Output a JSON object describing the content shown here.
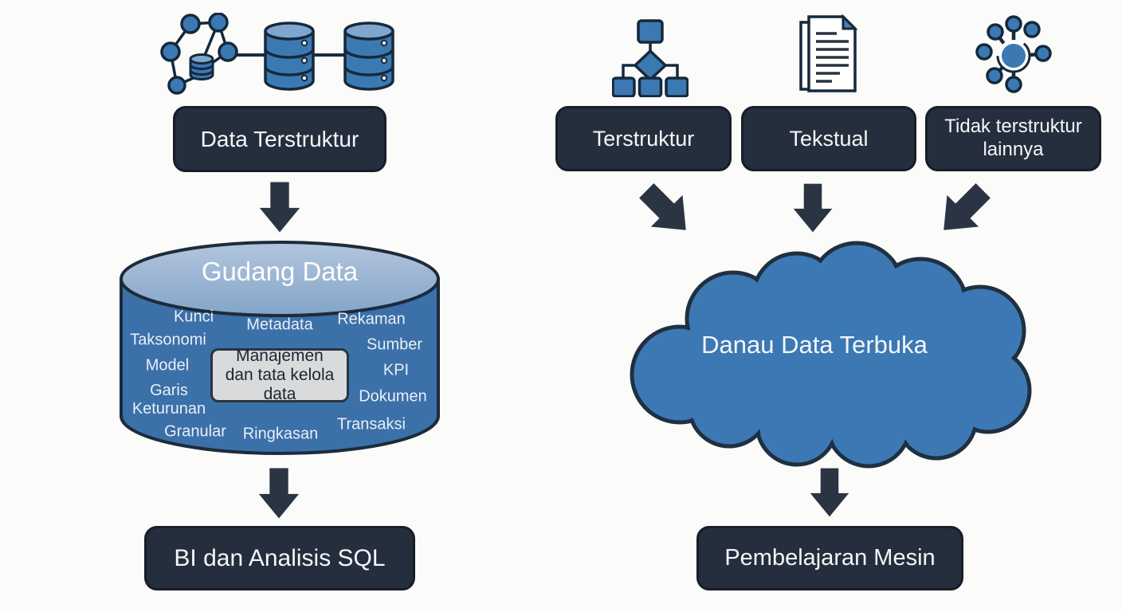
{
  "palette": {
    "accent_blue": "#3c79b3",
    "dark_navy_box": "#252e3c",
    "arrow_color": "#2b3442",
    "cylinder_body": "#3b70a9",
    "cylinder_top": "#9fb6d5",
    "cloud_fill": "#3c78b4",
    "governance_bg": "#d8dadc"
  },
  "left_flow": {
    "source_box": "Data Terstruktur",
    "warehouse_title": "Gudang Data",
    "warehouse_terms": [
      "Kunci",
      "Metadata",
      "Rekaman",
      "Taksonomi",
      "Sumber",
      "Model",
      "KPI",
      "Garis Keturunan",
      "Dokumen",
      "Granular",
      "Ringkasan",
      "Transaksi"
    ],
    "governance_box": "Manajemen dan tata kelola data",
    "output_box": "BI dan Analisis SQL"
  },
  "right_flow": {
    "source_boxes": [
      "Terstruktur",
      "Tekstual",
      "Tidak terstruktur lainnya"
    ],
    "lake_label": "Danau Data Terbuka",
    "output_box": "Pembelajaran Mesin"
  },
  "icons": {
    "left": [
      "network-database-icon",
      "database-icon",
      "database-icon"
    ],
    "right": [
      "flowchart-icon",
      "documents-icon",
      "network-nodes-icon"
    ]
  }
}
